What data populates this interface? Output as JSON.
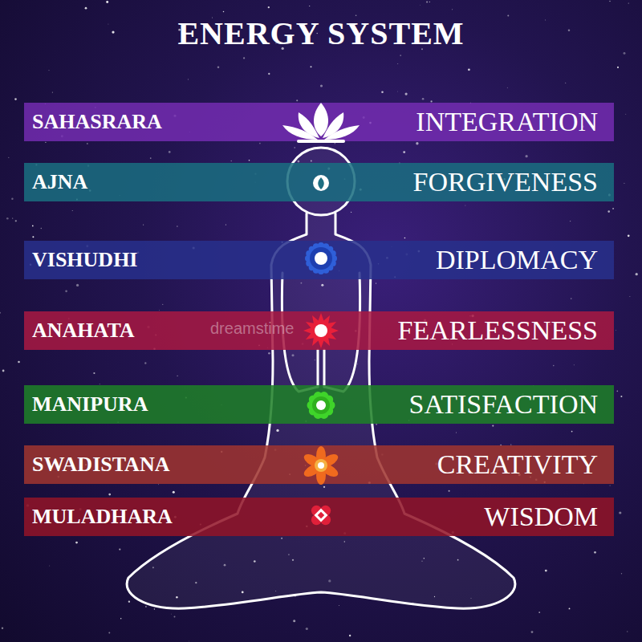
{
  "diagram": {
    "title": "ENERGY SYSTEM",
    "nodes": [
      {
        "text": [
          "SAHASRARA",
          "INTEGRATION"
        ]
      },
      {
        "text": [
          "AJNA",
          "FORGIVENESS"
        ]
      },
      {
        "text": [
          "VISHUDHI",
          "DIPLOMACY"
        ]
      },
      {
        "text": [
          "ANAHATA",
          "FEARLESSNESS"
        ]
      },
      {
        "text": [
          "MANIPURA",
          "SATISFACTION"
        ]
      },
      {
        "text": [
          "SWADISTANA",
          "CREATIVITY"
        ]
      },
      {
        "text": [
          "MULADHARA",
          "WISDOM"
        ]
      }
    ],
    "labels": [
      "dreamstime"
    ]
  }
}
